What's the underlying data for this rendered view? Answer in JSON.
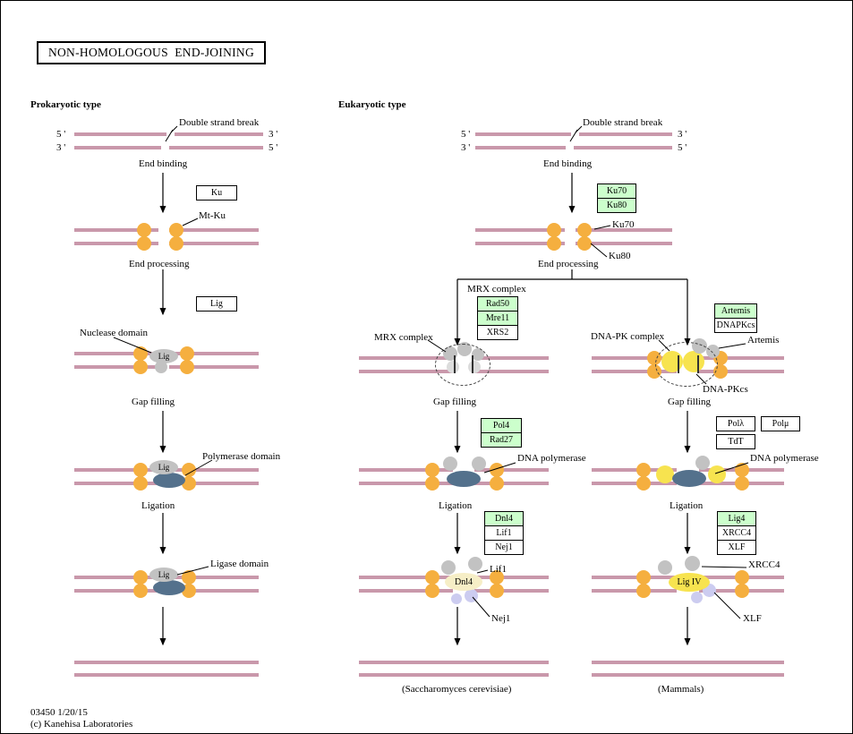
{
  "title": "NON-HOMOLOGOUS  END-JOINING",
  "footer": {
    "map_id": "03450 1/20/15",
    "copyright": "(c) Kanehisa Laboratories"
  },
  "strand_ends": {
    "five": "5 '",
    "three": "3 '"
  },
  "shared_labels": {
    "double_strand_break": "Double strand break",
    "end_binding": "End binding",
    "end_processing": "End processing",
    "gap_filling": "Gap filling",
    "ligation": "Ligation",
    "dna_polymerase": "DNA polymerase"
  },
  "prokaryotic": {
    "heading": "Prokaryotic type",
    "ku_box": "Ku",
    "lig_box": "Lig",
    "mt_ku_label": "Mt-Ku",
    "nuclease_domain_label": "Nuclease domain",
    "polymerase_domain_label": "Polymerase domain",
    "ligase_domain_label": "Ligase domain",
    "lig_blob": "Lig"
  },
  "eukaryotic": {
    "heading": "Eukaryotic type",
    "ku70_box": "Ku70",
    "ku80_box": "Ku80",
    "ku70_label": "Ku70",
    "ku80_label": "Ku80",
    "yeast": {
      "mrx_complex_title": "MRX complex",
      "mrx_complex_label": "MRX complex",
      "rad50_box": "Rad50",
      "mre11_box": "Mre11",
      "xrs2_box": "XRS2",
      "pol4_box": "Pol4",
      "rad27_box": "Rad27",
      "dnl4_box": "Dnl4",
      "lif1_box": "Lif1",
      "nej1_box": "Nej1",
      "dnl4_blob": "Dnl4",
      "lif1_label": "Lif1",
      "nej1_label": "Nej1",
      "organism": "(Saccharomyces cerevisiae)"
    },
    "mammal": {
      "artemis_box": "Artemis",
      "dnapkcs_box": "DNAPKcs",
      "dna_pk_complex_label": "DNA-PK complex",
      "artemis_label": "Artemis",
      "dna_pkcs_label": "DNA-PKcs",
      "pol_lambda_box": "Polλ",
      "pol_mu_box": "Polμ",
      "tdt_box": "TdT",
      "lig4_box": "Lig4",
      "xrcc4_box": "XRCC4",
      "xlf_box": "XLF",
      "ligiv_blob": "Lig IV",
      "xrcc4_label": "XRCC4",
      "xlf_label": "XLF",
      "organism": "(Mammals)"
    }
  },
  "colors": {
    "dna": "#c998ab",
    "orange": "#f5af3f",
    "gray": "#c2c2c2",
    "lightgray": "#dcdcdc",
    "slate": "#54718c",
    "yellow": "#f7e34f",
    "lavender": "#ccccf0",
    "cream": "#f6eec6",
    "green_box": "#ccffcc"
  }
}
